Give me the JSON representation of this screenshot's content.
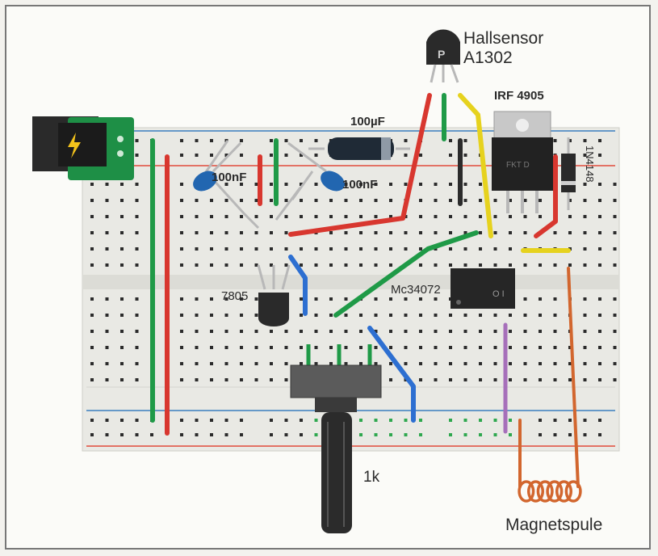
{
  "labels": {
    "hallsensor_name": "Hallsensor",
    "hallsensor_part": "A1302",
    "mosfet": "IRF 4905",
    "diode": "1N4148",
    "cap_electrolytic": "100µF",
    "cap_ceramic_left": "100nF",
    "cap_ceramic_right": "100nF",
    "regulator": "7805",
    "opamp": "Mc34072",
    "potentiometer": "1k",
    "coil": "Magnetspule"
  },
  "colors": {
    "breadboard": "#e9e9e4",
    "rail_red": "#e14b3b",
    "rail_blue": "#3b7fbf",
    "hole": "#2b2b2b",
    "hole_active": "#2fa84f",
    "wire_red": "#d8372f",
    "wire_green": "#1f9a47",
    "wire_yellow": "#e6d21e",
    "wire_blue": "#2d6fd1",
    "wire_purple": "#a66fba",
    "wire_orange": "#d2662e",
    "ic_body": "#2a2a2a",
    "cap_blue": "#2266b0",
    "jack_green": "#1e8f46"
  },
  "icons": {
    "power_jack": "lightning-bolt-icon"
  }
}
